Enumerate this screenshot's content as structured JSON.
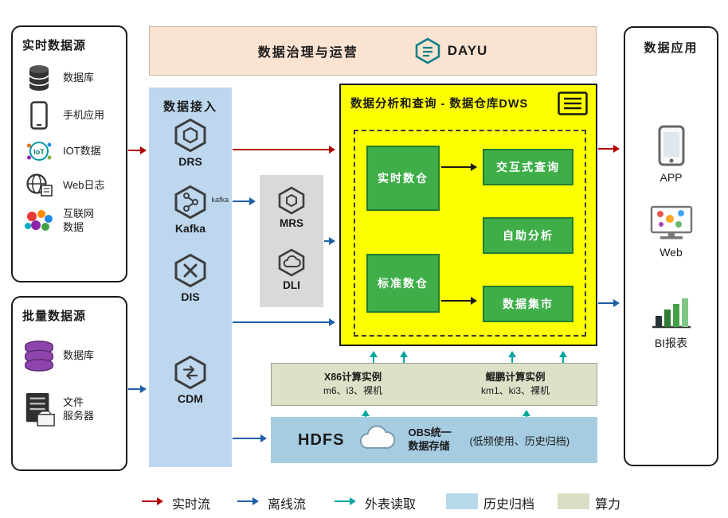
{
  "realtime": {
    "title": "实时数据源",
    "items": [
      "数据库",
      "手机应用",
      "IOT数据",
      "Web日志",
      "互联网\n数据"
    ]
  },
  "batch": {
    "title": "批量数据源",
    "items": [
      "数据库",
      "文件\n服务器"
    ]
  },
  "governance": {
    "title": "数据治理与运营",
    "logo_text": "DAYU"
  },
  "ingestion": {
    "title": "数据接入",
    "items": [
      "DRS",
      "Kafka",
      "DIS",
      "CDM"
    ],
    "kafka_mark": "kafka"
  },
  "middle": {
    "items": [
      "MRS",
      "DLI"
    ]
  },
  "dws": {
    "title": "数据分析和查询 - 数据仓库DWS",
    "warehouses": [
      "实时数仓",
      "标准数仓"
    ],
    "services": [
      "交互式查询",
      "自助分析",
      "数据集市"
    ]
  },
  "compute": {
    "x86": {
      "title": "X86计算实例",
      "spec": "m6、i3、裸机"
    },
    "kunpeng": {
      "title": "鲲鹏计算实例",
      "spec": "km1、ki3、裸机"
    }
  },
  "storage": {
    "hdfs": "HDFS",
    "obs_title": "OBS统一数据存储",
    "obs_note": "(低频使用、历史归档)"
  },
  "apps": {
    "title": "数据应用",
    "items": [
      "APP",
      "Web",
      "BI报表"
    ]
  },
  "legend": {
    "items": [
      {
        "label": "实时流",
        "type": "arrow",
        "color": "#b30000"
      },
      {
        "label": "离线流",
        "type": "arrow",
        "color": "#1f5fa8"
      },
      {
        "label": "外表读取",
        "type": "arrow",
        "color": "#00a79d"
      },
      {
        "label": "历史归档",
        "type": "swatch",
        "color": "#b8d9ea"
      },
      {
        "label": "算力",
        "type": "swatch",
        "color": "#d9dfc5"
      }
    ]
  },
  "colors": {
    "banner_bg": "#fbe3d2",
    "ingestion_bg": "#bdd7ee",
    "middle_bg": "#d9d9d9",
    "dws_bg": "#fdff00",
    "green_box": "#3fae49",
    "compute_bg": "#dbe2c8",
    "hdfs_bg": "#a6cce1",
    "realtime_flow": "#b30000",
    "offline_flow": "#1f5fa8",
    "external_read": "#00a79d"
  }
}
